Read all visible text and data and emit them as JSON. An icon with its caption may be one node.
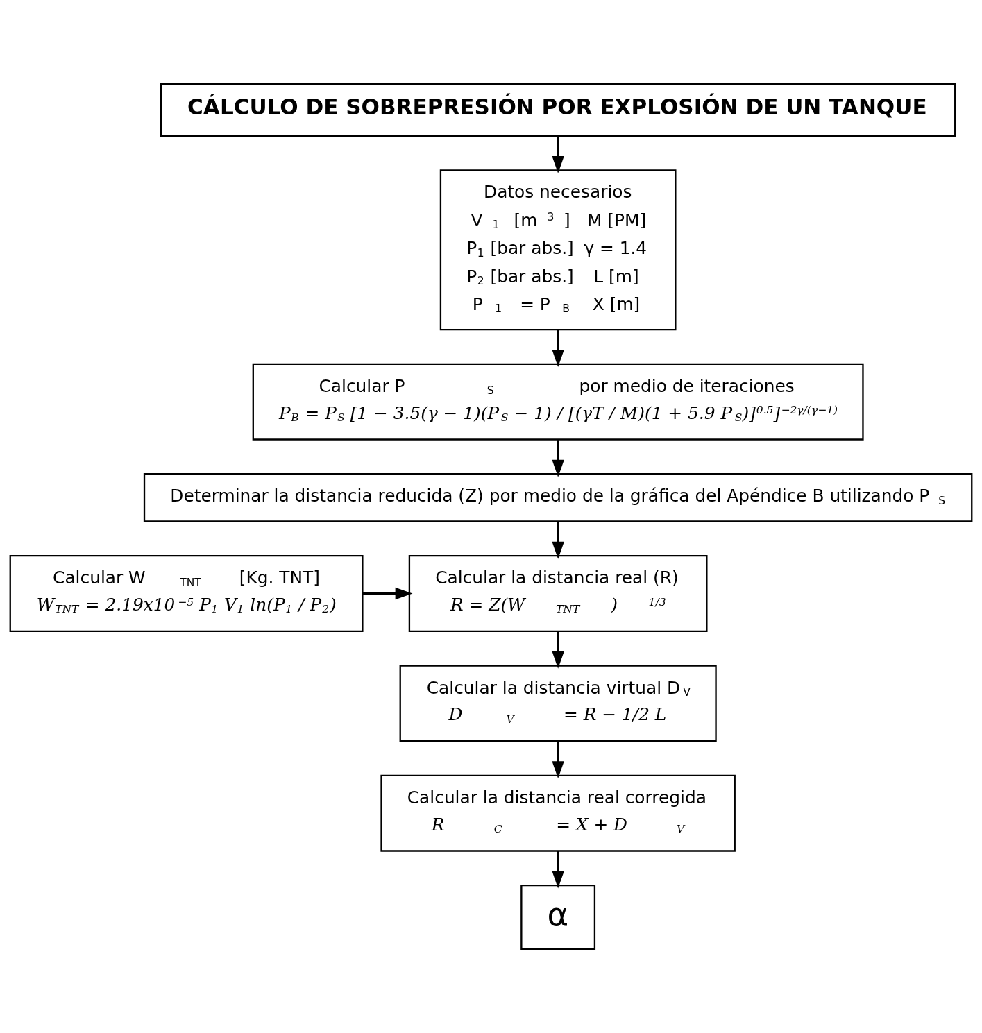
{
  "diagram": {
    "nodes": [
      {
        "text": [
          "CÁLCULO DE SOBREPRESIÓN POR EXPLOSIÓN DE UN TANQUE"
        ]
      },
      {
        "text": [
          "Datos necesarios",
          "V$_{1}$ [m$^{3}$]",
          "M [PM]",
          "P$_{1}$ [bar abs.]",
          "γ = 1.4",
          "P$_{2}$ [bar abs.]",
          "L [m]",
          "P$_{1}$ = P$_{B}$",
          "X [m]"
        ]
      },
      {
        "text": [
          "Calcular P$_{S}$ por medio de iteraciones",
          "P$_{B}$ = P$_{S}$ [1 − 3.5(γ − 1)(P$_{S}$ − 1) / [(γT / M)(1 + 5.9 P$_{S}$)]$^{0.5}$]$^{−2γ/(γ−1)}$"
        ]
      },
      {
        "text": [
          "Determinar la distancia reducida (Z) por medio de la gráfica del Apéndice B utilizando P$_{S}$"
        ]
      },
      {
        "text": [
          "Calcular W$_{TNT}$ [Kg. TNT]",
          "W$_{TNT}$ = 2.19x10$^{−5}$ P$_{1}$ V$_{1}$ ln(P$_{1}$ / P$_{2}$)"
        ]
      },
      {
        "text": [
          "Calcular la distancia real (R)",
          "R = Z(W$_{TNT}$)$^{1/3}$"
        ]
      },
      {
        "text": [
          "Calcular la distancia virtual D$_{V}$",
          "D$_{V}$ = R − 1/2 L"
        ]
      },
      {
        "text": [
          "Calcular la distancia real corregida",
          "R$_{C}$ = X + D$_{V}$"
        ]
      },
      {
        "text": [
          "α"
        ]
      }
    ],
    "edges": [
      {
        "from": 0,
        "to": 1,
        "arrow": "to"
      },
      {
        "from": 1,
        "to": 2,
        "arrow": "to"
      },
      {
        "from": 2,
        "to": 3,
        "arrow": "to"
      },
      {
        "from": 3,
        "to": 5,
        "arrow": "to"
      },
      {
        "from": 4,
        "to": 5,
        "arrow": "to"
      },
      {
        "from": 5,
        "to": 6,
        "arrow": "to"
      },
      {
        "from": 6,
        "to": 7,
        "arrow": "to"
      },
      {
        "from": 7,
        "to": 8,
        "arrow": "to"
      }
    ]
  }
}
